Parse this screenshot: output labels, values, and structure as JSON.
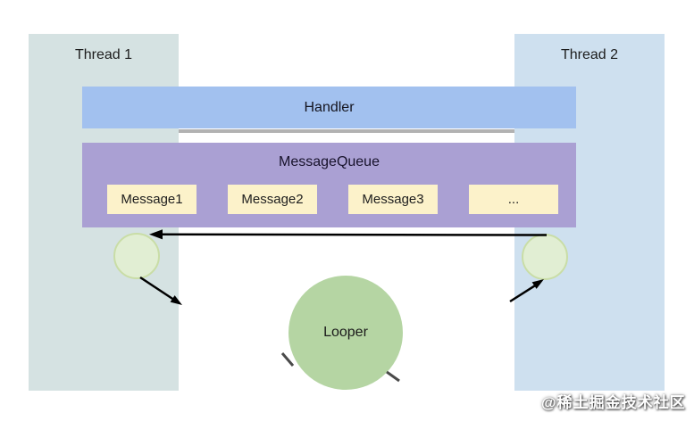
{
  "diagram": {
    "background_color": "#ffffff",
    "thread1": {
      "label": "Thread 1",
      "color": "#d5e2e2"
    },
    "thread2": {
      "label": "Thread 2",
      "color": "#cee0ef"
    },
    "handler": {
      "label": "Handler",
      "color": "#a2c1ef",
      "shadow_color": "#b2b2b2"
    },
    "message_queue": {
      "label": "MessageQueue",
      "color": "#aaa0d3",
      "message_box_color": "#fcf2ca",
      "messages": [
        "Message1",
        "Message2",
        "Message3",
        "..."
      ]
    },
    "looper": {
      "label": "Looper",
      "color": "#b5d5a3"
    },
    "queue_node": {
      "fill": "#e1eed3",
      "border": "#c9dda6"
    },
    "arrow_color": "#000000",
    "watermark": {
      "text": "@稀土掘金技术社区",
      "color": "#ffffff"
    }
  }
}
